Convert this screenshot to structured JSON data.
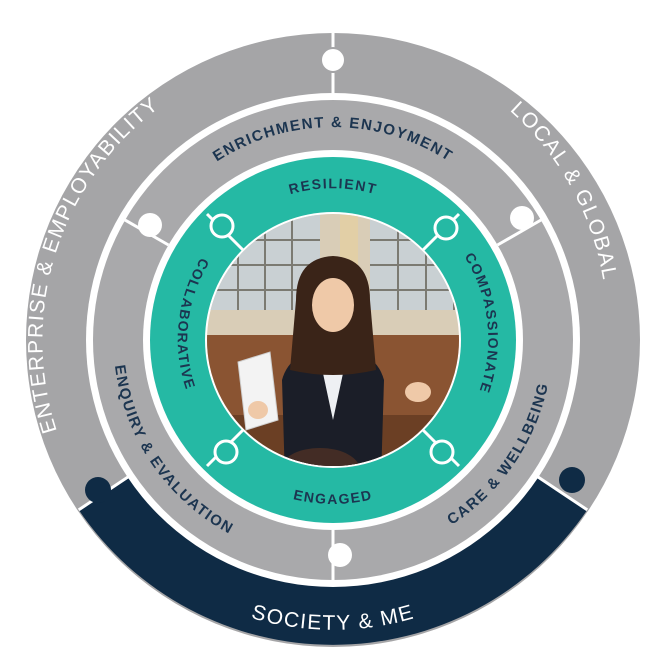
{
  "outer_ring": {
    "segments": [
      {
        "label": "ENTERPRISE & EMPLOYABILITY"
      },
      {
        "label": "LOCAL & GLOBAL"
      },
      {
        "label": "SOCIETY & ME"
      }
    ]
  },
  "middle_ring": {
    "segments": [
      {
        "label": "ENRICHMENT & ENJOYMENT"
      },
      {
        "label": "ENQUIRY & EVALUATION"
      },
      {
        "label": "CARE & WELLBEING"
      }
    ]
  },
  "inner_ring": {
    "segments": [
      {
        "label": "RESILIENT"
      },
      {
        "label": "COLLABORATIVE"
      },
      {
        "label": "COMPASSIONATE"
      },
      {
        "label": "ENGAGED"
      }
    ]
  },
  "colors": {
    "outer_grey": "#a5a5a7",
    "middle_grey": "#a9a9ab",
    "navy": "#0f2b45",
    "teal": "#25b9a4",
    "text_white": "#ffffff",
    "text_navy": "#1c3550"
  }
}
